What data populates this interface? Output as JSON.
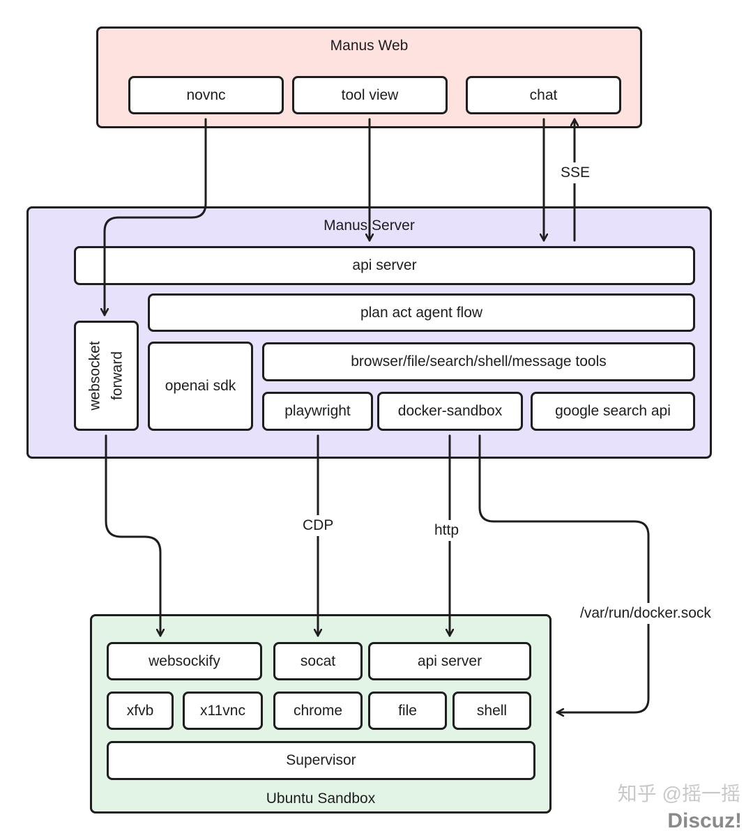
{
  "colors": {
    "web_fill": "#fde2e0",
    "server_fill": "#e8e1fb",
    "sandbox_fill": "#e2f4e6",
    "stroke": "#1e1e1e"
  },
  "web": {
    "title": "Manus Web",
    "novnc": "novnc",
    "tool_view": "tool view",
    "chat": "chat"
  },
  "server": {
    "title": "Manus Server",
    "api_server": "api server",
    "plan_act": "plan act agent flow",
    "websocket_forward": "websocket\nforward",
    "openai_sdk": "openai sdk",
    "tools": "browser/file/search/shell/message tools",
    "playwright": "playwright",
    "docker_sandbox": "docker-sandbox",
    "google_search": "google search api"
  },
  "sandbox": {
    "title": "Ubuntu Sandbox",
    "websockify": "websockify",
    "socat": "socat",
    "api_server": "api server",
    "xfvb": "xfvb",
    "x11vnc": "x11vnc",
    "chrome": "chrome",
    "file": "file",
    "shell": "shell",
    "supervisor": "Supervisor"
  },
  "edges": {
    "sse": "SSE",
    "cdp": "CDP",
    "http": "http",
    "docker_sock": "/var/run/docker.sock"
  },
  "watermark": {
    "text": "知乎 @摇一摇",
    "brand": "Discuz!"
  }
}
